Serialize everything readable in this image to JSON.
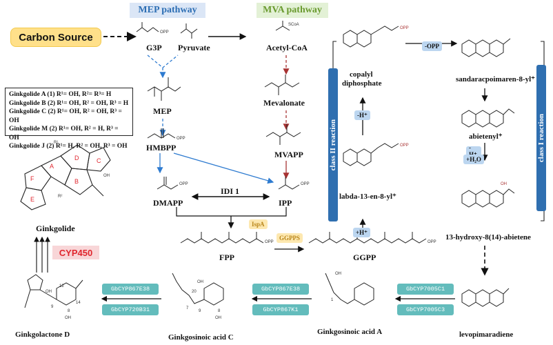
{
  "carbon_source": "Carbon Source",
  "pathways": {
    "mep": "MEP pathway",
    "mva": "MVA pathway"
  },
  "compounds": {
    "g3p": "G3P",
    "pyruvate": "Pyruvate",
    "acetyl_coa": "Acetyl-CoA",
    "mep": "MEP",
    "mevalonate": "Mevalonate",
    "hmbpp": "HMBPP",
    "mvapp": "MVAPP",
    "dmapp": "DMAPP",
    "ipp": "IPP",
    "fpp": "FPP",
    "ggpp": "GGPP",
    "copalyl_1": "copalyl",
    "copalyl_2": "diphosphate",
    "labda": "labda-13-en-8-yl⁺",
    "sandaracopimaren": "sandaracpoimaren-8-yl⁺",
    "abietenyl": "abietenyl⁺",
    "hydroxy_abietene": "13-hydroxy-8(14)-abietene",
    "levopimaradiene": "levopimaradiene",
    "ginkgolide": "Ginkgolide",
    "ginkgolactone_d": "Ginkgolactone D",
    "ginkgosinoic_c": "Ginkgosinoic acid C",
    "ginkgosinoic_a": "Ginkgosinoic acid A"
  },
  "legend": [
    "Ginkgolide A  (1) R¹= OH, R²= R³= H",
    "Ginkgolide B  (2) R¹= OH, R² = OH, R³ = H",
    "Ginkgolide C  (2) R¹= OH, R² = OH, R³ = OH",
    "Ginkgolide M  (2) R¹= OH, R² = H, R³ = OH",
    "Ginkgolide J  (2) R¹= H, R² = OH, R³ = OH"
  ],
  "class_bars": {
    "class2": "class II reaction",
    "class1": "class I reaction"
  },
  "tags": {
    "minus_h_1": "-H⁺",
    "plus_h": "+H⁺",
    "minus_opp": "-OPP",
    "minus_h_2": "-H⁺",
    "plus_h2o": "+H₂O"
  },
  "enzymes": {
    "idi1": "IDI 1",
    "ispa": "IspA",
    "ggpps": "GGPPS",
    "cyp450": "CYP450",
    "cyp867e38_a": "GbCYP867E38",
    "cyp720b31": "GbCYP720B31",
    "cyp867e38_b": "GbCYP867E38",
    "cyp867k1": "GbCYP867K1",
    "cyp7005c1": "GbCYP7005C1",
    "cyp7005c3": "GbCYP7005C3"
  },
  "struct_labels": {
    "opp": "OPP",
    "scoa": "SCoA",
    "oh": "OH",
    "o": "O",
    "h": "H",
    "ring_a": "A",
    "ring_b": "B",
    "ring_c": "C",
    "ring_d": "D",
    "ring_e": "E",
    "ring_f": "F",
    "r1": "R¹",
    "r2": "R²",
    "r3": "R³",
    "n12": "12",
    "n14": "14",
    "n9": "9",
    "n8": "8",
    "n20": "20",
    "n7": "7",
    "n1": "1"
  },
  "colors": {
    "mep_arrow": "#2e7bd0",
    "mva_arrow": "#a83232",
    "class_bar": "#2f6fb0",
    "enzyme_box": "#63bcbc",
    "cyp450_text": "#e0262e"
  }
}
